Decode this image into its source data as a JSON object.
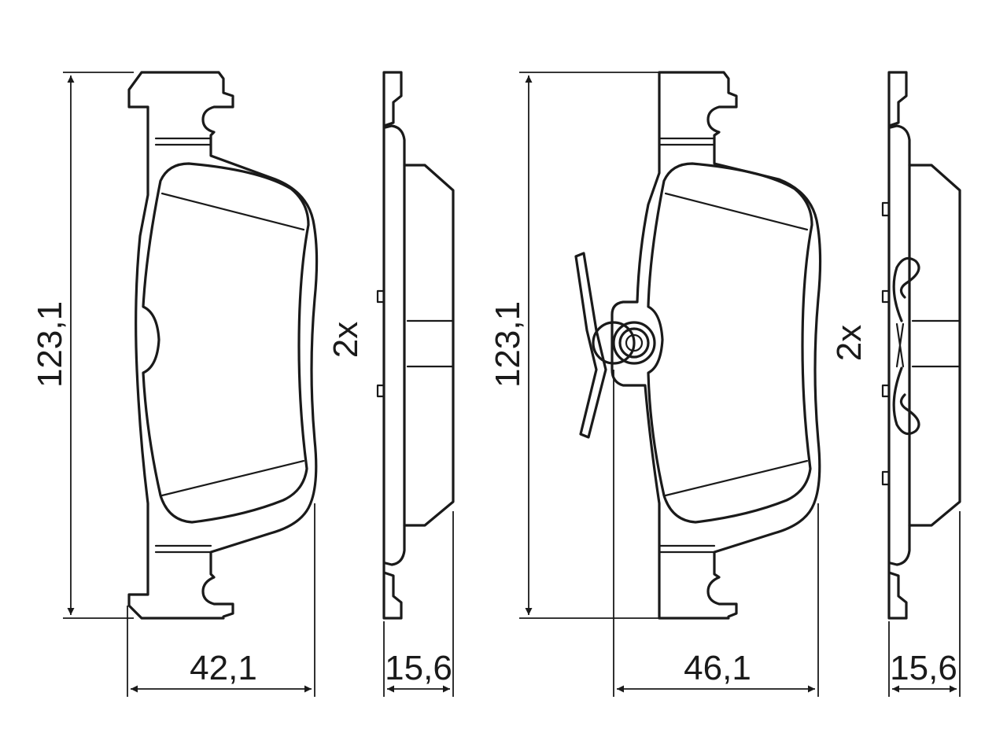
{
  "drawing": {
    "left_pad": {
      "height_label": "123,1",
      "width_label": "42,1"
    },
    "left_side": {
      "quantity_label": "2x",
      "thickness_label": "15,6"
    },
    "right_pad": {
      "height_label": "123,1",
      "width_label": "46,1"
    },
    "right_side": {
      "quantity_label": "2x",
      "thickness_label": "15,6"
    }
  }
}
